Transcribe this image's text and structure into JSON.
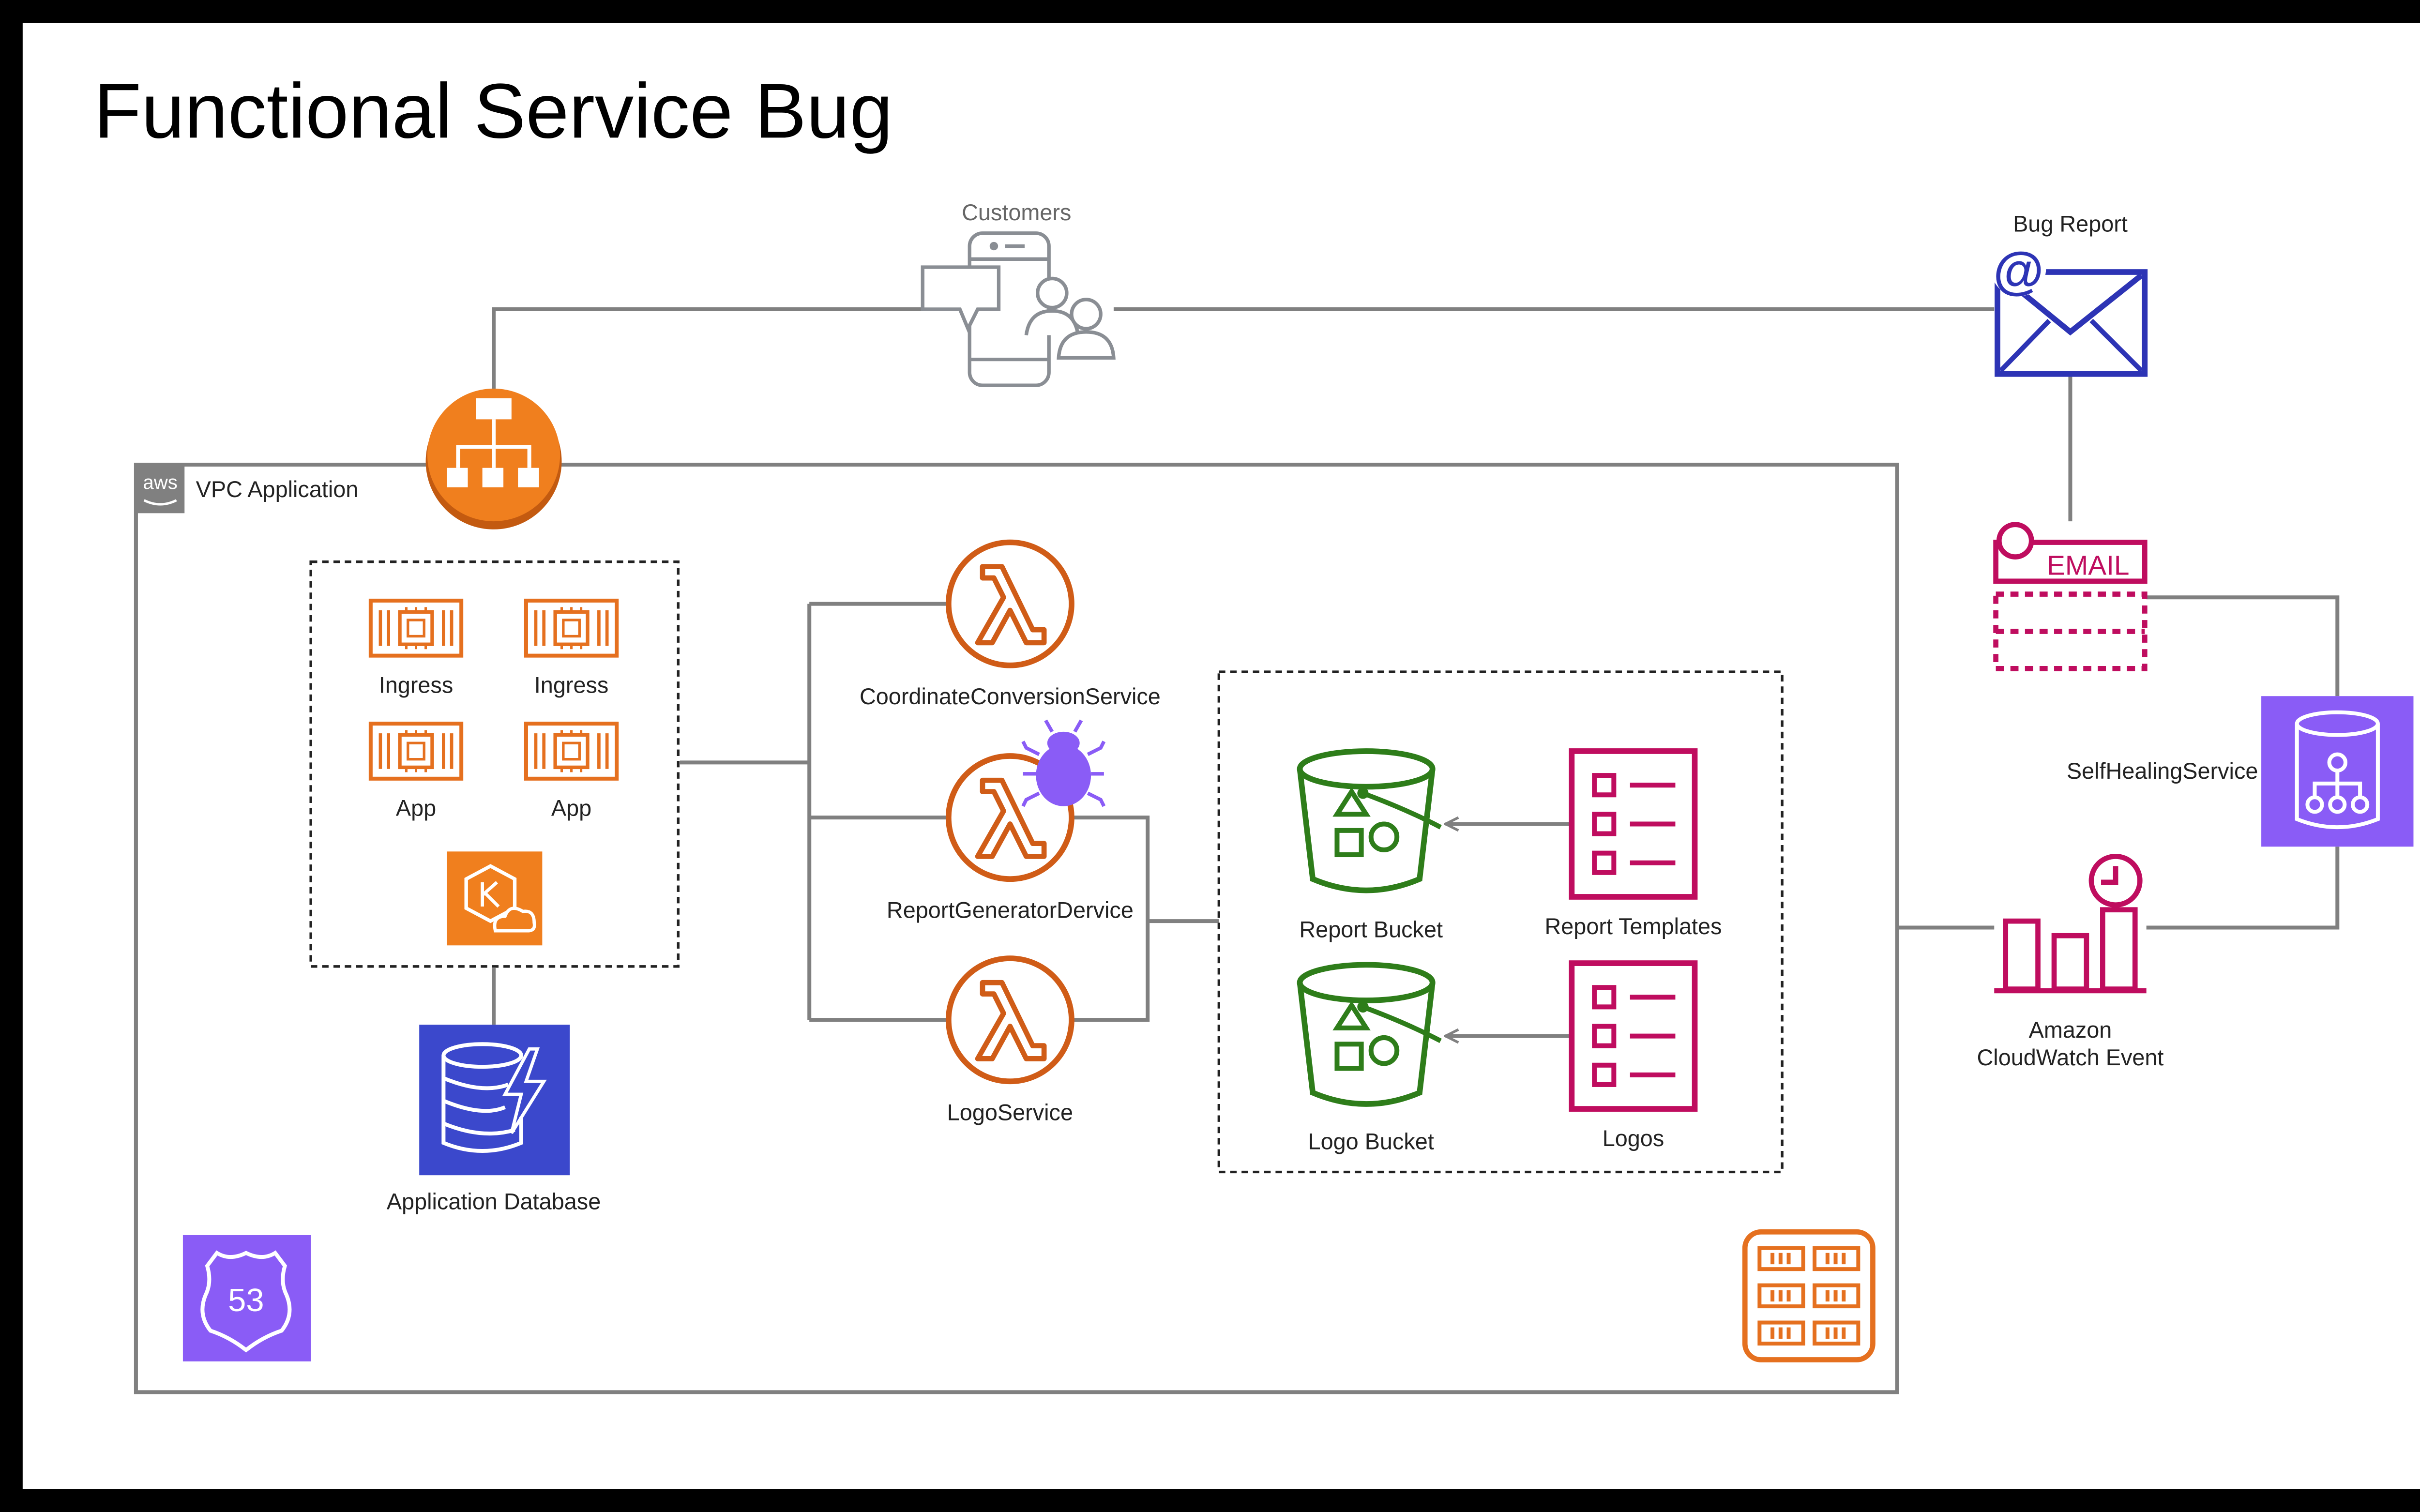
{
  "title": "Functional Service Bug",
  "colors": {
    "frame": "#000000",
    "canvas": "#ffffff",
    "line": "#808080",
    "orange": "#e5701f",
    "orange_fill": "#f07f1e",
    "lambda": "#d05c17",
    "green": "#2e7d1a",
    "magenta": "#bf0d5f",
    "navy": "#2d34b5",
    "purple": "#8a5cf6",
    "dynamo": "#3b48cc",
    "bug": "#8a5cf6",
    "gray_icon": "#8a8e94",
    "text": "#222222"
  },
  "nodes": {
    "customers": {
      "label": "Customers",
      "icon": "mobile-users-icon"
    },
    "bug_report": {
      "label": "Bug Report",
      "icon": "email-envelope-icon"
    },
    "load_balancer": {
      "icon": "load-balancer-icon"
    },
    "vpc": {
      "label": "VPC Application",
      "badge": "aws",
      "icon": "aws-cloud-icon"
    },
    "ingress_1": {
      "label": "Ingress",
      "icon": "processor-chip-icon"
    },
    "ingress_2": {
      "label": "Ingress",
      "icon": "processor-chip-icon"
    },
    "app_1": {
      "label": "App",
      "icon": "processor-chip-icon"
    },
    "app_2": {
      "label": "App",
      "icon": "processor-chip-icon"
    },
    "eks": {
      "icon": "kubernetes-cloud-icon"
    },
    "database": {
      "label": "Application Database",
      "icon": "dynamodb-icon"
    },
    "route53": {
      "label": "53",
      "icon": "route53-shield-icon"
    },
    "coordinate_service": {
      "label": "CoordinateConversionService",
      "icon": "lambda-icon"
    },
    "report_service": {
      "label": "ReportGeneratorDervice",
      "icon": "lambda-icon"
    },
    "logo_service": {
      "label": "LogoService",
      "icon": "lambda-icon"
    },
    "bug": {
      "icon": "bug-icon"
    },
    "report_bucket": {
      "label": "Report Bucket",
      "icon": "s3-bucket-icon"
    },
    "logo_bucket": {
      "label": "Logo Bucket",
      "icon": "s3-bucket-icon"
    },
    "report_templates": {
      "label": "Report Templates",
      "icon": "checklist-icon"
    },
    "logos": {
      "label": "Logos",
      "icon": "checklist-icon"
    },
    "ses": {
      "label": "EMAIL",
      "icon": "ses-email-icon"
    },
    "self_healing": {
      "label": "SelfHealingService",
      "icon": "service-catalog-icon"
    },
    "cloudwatch": {
      "label_line1": "Amazon",
      "label_line2": "CloudWatch Event",
      "icon": "cloudwatch-event-icon"
    },
    "server_rack": {
      "icon": "server-rack-icon"
    }
  },
  "edges": [
    {
      "from": "load_balancer",
      "to": "customers"
    },
    {
      "from": "customers",
      "to": "bug_report"
    },
    {
      "from": "bug_report",
      "to": "ses"
    },
    {
      "from": "ses",
      "to": "self_healing"
    },
    {
      "from": "self_healing",
      "to": "cloudwatch"
    },
    {
      "from": "cloudwatch",
      "to": "vpc"
    },
    {
      "from": "cluster",
      "to": "database"
    },
    {
      "from": "cluster",
      "to": "coordinate_service"
    },
    {
      "from": "cluster",
      "to": "report_service"
    },
    {
      "from": "cluster",
      "to": "logo_service"
    },
    {
      "from": "report_service",
      "to": "storage_group"
    },
    {
      "from": "logo_service",
      "to": "storage_group"
    },
    {
      "from": "report_templates",
      "to": "report_bucket",
      "arrow": true
    },
    {
      "from": "logos",
      "to": "logo_bucket",
      "arrow": true
    }
  ]
}
